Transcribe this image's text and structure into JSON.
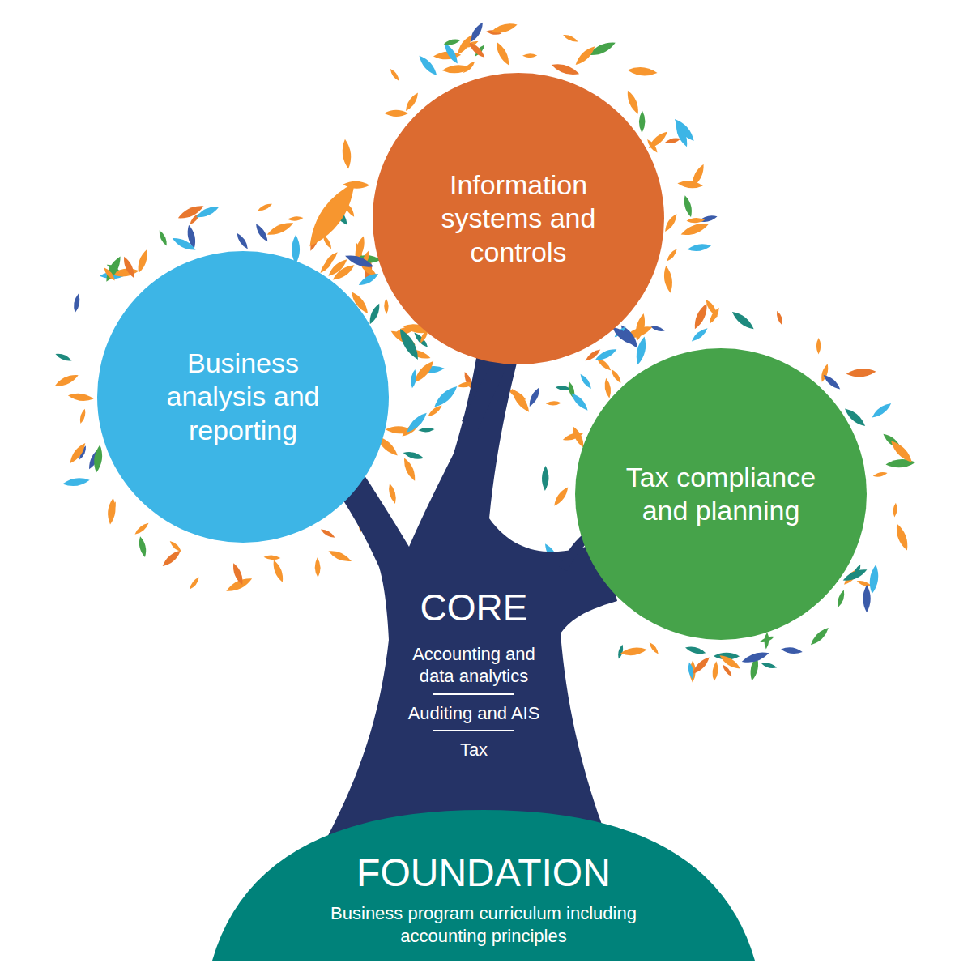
{
  "diagram": {
    "nodes": [
      {
        "text": [
          "Information systems and controls"
        ]
      },
      {
        "text": [
          "Business analysis and reporting"
        ]
      },
      {
        "text": [
          "Tax compliance and planning"
        ]
      },
      {
        "text": [
          "CORE",
          "Accounting and data analytics",
          "Auditing and AIS",
          "Tax"
        ]
      },
      {
        "text": [
          "FOUNDATION",
          "Business program curriculum including accounting principles"
        ]
      }
    ]
  }
}
